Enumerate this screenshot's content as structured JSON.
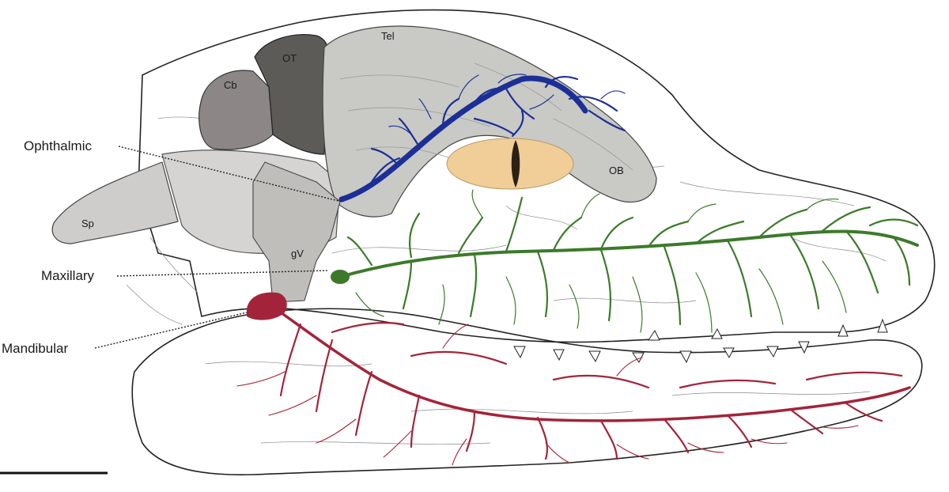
{
  "labels": {
    "ophthalmic": "Ophthalmic",
    "maxillary": "Maxillary",
    "mandibular": "Mandibular",
    "tel": "Tel",
    "ot": "OT",
    "cb": "Cb",
    "ob": "OB",
    "sp": "Sp",
    "gv": "gV"
  },
  "colors": {
    "ophthalmic_branch": "#1c2f96",
    "maxillary_branch": "#3c7a2a",
    "mandibular_branch": "#a3243a",
    "telencephalon": "#c9c9c5",
    "optic_tectum": "#5d5b58",
    "cerebellum": "#8c8786",
    "eye": "#f1ce97",
    "pupil": "#2a2016"
  },
  "icons": {
    "scale_bar": "scale-bar-icon"
  }
}
